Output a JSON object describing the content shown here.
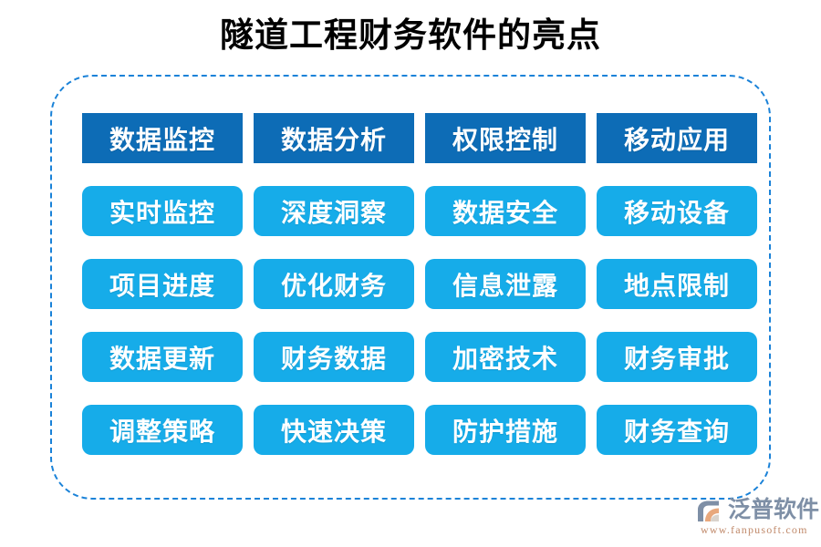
{
  "page": {
    "title": "隧道工程财务软件的亮点",
    "background_color": "#ffffff"
  },
  "frame": {
    "style": "dashed-rounded-rectangle",
    "border_color": "#1a82d8"
  },
  "colors": {
    "header_blue": "#0d6cb6",
    "cell_blue": "#16ace9",
    "title_black": "#000000",
    "brand_gray": "#7e8fa6",
    "brand_orange": "#c0896a"
  },
  "matrix": {
    "columns": [
      {
        "header": "数据监控",
        "items": [
          "实时监控",
          "项目进度",
          "数据更新",
          "调整策略"
        ]
      },
      {
        "header": "数据分析",
        "items": [
          "深度洞察",
          "优化财务",
          "财务数据",
          "快速决策"
        ]
      },
      {
        "header": "权限控制",
        "items": [
          "数据安全",
          "信息泄露",
          "加密技术",
          "防护措施"
        ]
      },
      {
        "header": "移动应用",
        "items": [
          "移动设备",
          "地点限制",
          "财务审批",
          "财务查询"
        ]
      }
    ],
    "rows": [
      {
        "type": "header",
        "cells": [
          "数据监控",
          "数据分析",
          "权限控制",
          "移动应用"
        ]
      },
      {
        "type": "item",
        "cells": [
          "实时监控",
          "深度洞察",
          "数据安全",
          "移动设备"
        ]
      },
      {
        "type": "item",
        "cells": [
          "项目进度",
          "优化财务",
          "信息泄露",
          "地点限制"
        ]
      },
      {
        "type": "item",
        "cells": [
          "数据更新",
          "财务数据",
          "加密技术",
          "财务审批"
        ]
      },
      {
        "type": "item",
        "cells": [
          "调整策略",
          "快速决策",
          "防护措施",
          "财务查询"
        ]
      }
    ]
  },
  "brand": {
    "name": "泛普软件",
    "url": "www.fanpusoft.com",
    "mark_icon": "fanpu-logo-icon"
  }
}
